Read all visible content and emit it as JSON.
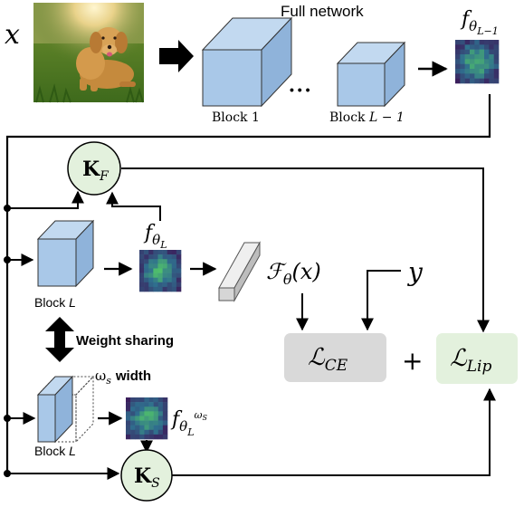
{
  "input": {
    "var": "x"
  },
  "full_network": {
    "label": "Full network",
    "first_block": {
      "prefix": "Block",
      "suffix": "1"
    },
    "last_block": {
      "prefix": "Block",
      "suffix": "L − 1"
    },
    "feature_label": {
      "base": "f",
      "sub": "θ",
      "subsub": "L−1"
    },
    "ellipsis": "• • •"
  },
  "kf": {
    "base": "K",
    "sub": "F"
  },
  "ks": {
    "base": "K",
    "sub": "S"
  },
  "block_L": {
    "prefix": "Block",
    "suffix": "L"
  },
  "f_theta_L": {
    "base": "f",
    "sub": "θ",
    "subsub": "L"
  },
  "output_F": {
    "base": "ℱ",
    "sub": "θ",
    "args": "(x)"
  },
  "label_y": "y",
  "weight_sharing": "Weight sharing",
  "width_label": {
    "var": "ω",
    "sub": "s",
    "word": "width"
  },
  "student_block": {
    "prefix": "Block",
    "suffix": "L"
  },
  "f_student": {
    "base": "f",
    "sub": "θ",
    "subsub": "L",
    "sup": "ω",
    "supsub": "S"
  },
  "loss_ce": {
    "base": "ℒ",
    "sub": "CE"
  },
  "loss_lip": {
    "base": "ℒ",
    "sub": "Lip"
  },
  "plus": "+",
  "colors": {
    "block_front": "#a9c8e8",
    "block_side": "#8fb3da",
    "block_top": "#c2d9f0",
    "node_fill": "#e3f1dd",
    "loss_ce_fill": "#d9d9d9",
    "loss_lip_fill": "#e3f1dd",
    "heatmap_dark": "#3b1f5c",
    "heatmap_mid": "#2f6e8e",
    "heatmap_bright": "#4fbf6b"
  },
  "icons": [
    "dog-photo",
    "block-cube",
    "heatmap",
    "right-arrow",
    "double-arrow"
  ]
}
